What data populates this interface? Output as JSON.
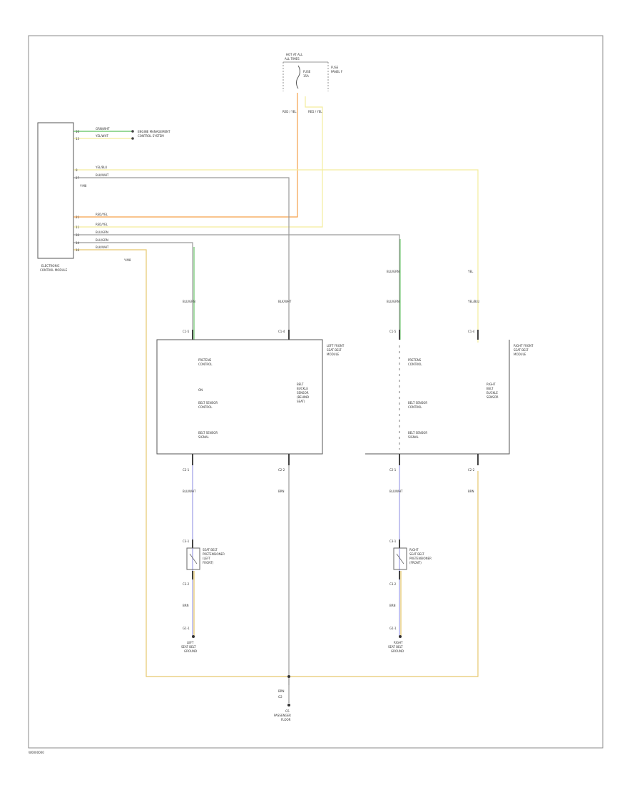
{
  "footer_code": "W0000000",
  "fuse": {
    "top_label_1": "HOT AT ALL",
    "top_label_2": "ALL TIMES",
    "fuse_name": "FUSE",
    "fuse_amp": "15A",
    "panel_label_1": "FUSE",
    "panel_label_2": "PANEL F",
    "wire_left": "RED / YEL",
    "wire_right": "RED / YEL"
  },
  "ecm": {
    "label_1": "ELECTRONIC",
    "label_2": "CONTROL MODULE",
    "pins": [
      {
        "num": "10",
        "wire": "GRN/WHT"
      },
      {
        "num": "13",
        "wire": "YEL/WHT"
      },
      {
        "num": "9",
        "wire": "YEL/BLU"
      },
      {
        "num": "27",
        "wire": "BLK/WHT"
      },
      {
        "num": "21",
        "wire": "RED/YEL"
      },
      {
        "num": "11",
        "wire": "RED/YEL"
      },
      {
        "num": "33",
        "wire": "BLU/GRN"
      },
      {
        "num": "14",
        "wire": "BLU/GRN"
      },
      {
        "num": "16",
        "wire": "BLK/WHT"
      }
    ],
    "side_tag_1": "Y-M8",
    "side_tag_2": "Y-M8",
    "ref_1": "ENGINE MANAGEMENT",
    "ref_2": "CONTROL SYSTEM"
  },
  "left_module": {
    "title_1": "LEFT FRONT",
    "title_2": "SEAT BELT",
    "title_3": "MODULE",
    "in_wire_1": "BLU/GRN",
    "in_wire_2": "BLK/WHT",
    "pin_in_1": "C1-5",
    "pin_in_2": "C1-4",
    "row_1": "PRETENS",
    "row_1b": "CONTROL",
    "row_2": "ON",
    "row_3": "BELT SENSOR",
    "row_3b": "CONTROL",
    "row_4": "BELT SENSOR",
    "row_4b": "SIGNAL",
    "side_1": "BELT",
    "side_2": "BUCKLE",
    "side_3": "SENSOR",
    "side_4": "(BEHIND",
    "side_5": "SEAT)",
    "pin_out_1": "C2-1",
    "pin_out_2": "C2-2",
    "out_wire_1": "BLU/WHT",
    "out_wire_2": "BRN"
  },
  "right_module": {
    "title_1": "RIGHT FRONT",
    "title_2": "SEAT BELT",
    "title_3": "MODULE",
    "in_wire_1": "BLU/GRN",
    "in_wire_2": "YEL",
    "in_wire_1b": "BLU/GRN",
    "in_wire_2b": "YEL/BLU",
    "pin_in_1": "C1-5",
    "pin_in_2": "C1-4",
    "row_1": "PRETENS",
    "row_1b": "CONTROL",
    "row_2": "BELT SENSOR",
    "row_2b": "CONTROL",
    "row_3": "BELT SENSOR",
    "row_3b": "SIGNAL",
    "side_1": "RIGHT",
    "side_2": "BELT",
    "side_3": "BUCKLE",
    "side_4": "SENSOR",
    "pin_out_1": "C2-1",
    "pin_out_2": "C2-2",
    "out_wire_1": "BLU/WHT",
    "out_wire_2": "BRN"
  },
  "left_pretensioner": {
    "pin_top": "C3-1",
    "label_1": "SEAT BELT",
    "label_2": "PRETENSIONER",
    "label_3": "(LEFT",
    "label_4": "FRONT)",
    "pin_bottom": "C3-2",
    "wire": "BRN",
    "ground_pin": "G1-1",
    "ground_1": "LEFT",
    "ground_2": "SEAT BELT",
    "ground_3": "GROUND"
  },
  "right_pretensioner": {
    "pin_top": "C3-1",
    "label_1": "RIGHT",
    "label_2": "SEAT BELT",
    "label_3": "PRETENSIONER",
    "label_4": "(FRONT)",
    "pin_bottom": "C3-2",
    "wire": "BRN",
    "ground_pin": "G1-1",
    "ground_1": "RIGHT",
    "ground_2": "SEAT BELT",
    "ground_3": "GROUND"
  },
  "main_ground": {
    "wire": "BRN",
    "pin": "G2",
    "label_1": "G5",
    "label_2": "PASSENGER",
    "label_3": "FLOOR"
  },
  "colors": {
    "frame": "#888888",
    "orange_wire": "#f5a04a",
    "yellow_wire": "#f3ec9c",
    "gray_wire": "#9a9a9a",
    "green_wire": "#5cc05c",
    "blue_wire": "#9c9ce6",
    "tan_wire": "#e6c86e"
  }
}
